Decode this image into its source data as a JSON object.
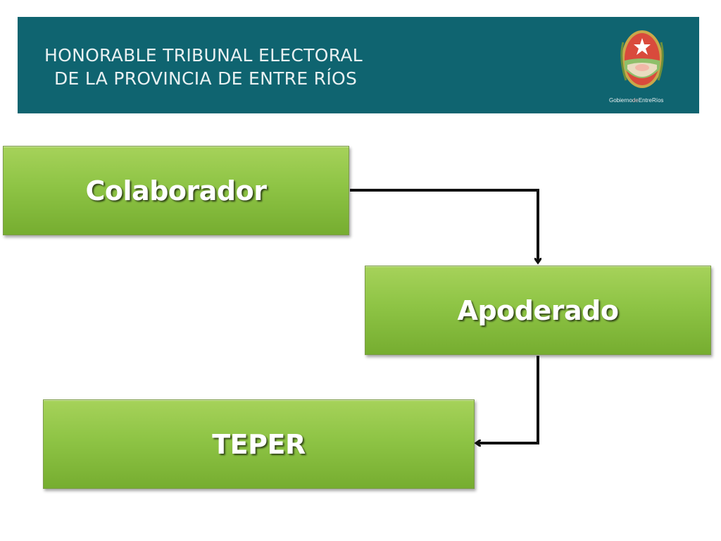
{
  "header": {
    "title_line1": "HONORABLE TRIBUNAL ELECTORAL",
    "title_line2": "DE LA PROVINCIA DE ENTRE RÍOS",
    "logo_caption_part1": "Gobierno",
    "logo_caption_part2": "de",
    "logo_caption_part3": "EntreRíos",
    "colors": {
      "banner": "#0f6470",
      "text": "#e8f0f1"
    }
  },
  "diagram": {
    "nodes": [
      {
        "id": "colaborador",
        "label": "Colaborador"
      },
      {
        "id": "apoderado",
        "label": "Apoderado"
      },
      {
        "id": "teper",
        "label": "TEPER"
      }
    ],
    "edges": [
      {
        "from": "colaborador",
        "to": "apoderado"
      },
      {
        "from": "apoderado",
        "to": "teper"
      }
    ],
    "colors": {
      "box_top": "#a6d25a",
      "box_bottom": "#76ad30",
      "arrow": "#111111"
    }
  }
}
